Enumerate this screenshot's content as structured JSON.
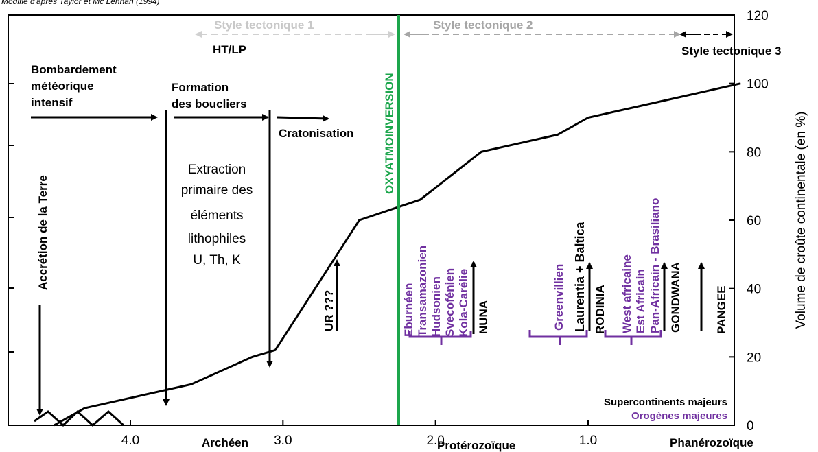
{
  "source_note": "Modifié d'après Taylor et Mc Lennan (1994)",
  "chart_data": {
    "type": "line",
    "x": [
      4.5,
      4.3,
      3.6,
      3.2,
      3.05,
      2.5,
      2.1,
      1.7,
      1.2,
      1.0,
      0.0
    ],
    "y": [
      0,
      5,
      12,
      20,
      22,
      60,
      66,
      80,
      85,
      90,
      100
    ],
    "xlim": [
      4.7,
      0.0
    ],
    "ylim": [
      0,
      120
    ],
    "xticks": [
      "4.0",
      "3.0",
      "2.0",
      "1.0"
    ],
    "xtick_values": [
      4.0,
      3.0,
      2.0,
      1.0
    ],
    "yticks_right": [
      "0",
      "20",
      "40",
      "60",
      "80",
      "100",
      "120"
    ],
    "ylabel": "Volume de croûte continentale (en %)",
    "eons": [
      "Archéen",
      "Protérozoïque",
      "Phanérozoïque"
    ],
    "oxygenation_line": {
      "x": 2.2,
      "label": "OXYATMOINVERSION",
      "color": "#1ca64c"
    },
    "tectonic_styles": [
      "Style tectonique 1",
      "Style tectonique 2",
      "Style tectonique 3"
    ],
    "style1_sublabel": "HT/LP",
    "early_events": {
      "bombardement": [
        "Bombardement",
        "météorique",
        "intensif"
      ],
      "formation": [
        "Formation",
        "des boucliers"
      ],
      "cratonisation": "Cratonisation",
      "accretion": "Accrétion de la Terre",
      "extraction": [
        "Extraction",
        "primaire des",
        "éléments",
        "lithophiles",
        "U, Th, K"
      ]
    },
    "supercontinents": [
      "UR ???",
      "NUNA",
      "RODINIA",
      "GONDWANA",
      "PANGEE"
    ],
    "orogens_nuna": [
      "Eburnéen",
      "Transamazonien",
      "Hudsonien",
      "Svecofénien",
      "Kola-Carélie"
    ],
    "orogens_rodinia": [
      "Greenvillien"
    ],
    "orogens_rodinia_black": "Laurentia + Baltica",
    "orogens_gondwana": [
      "West africaine",
      "Est Africain",
      "Pan-Africain - Brasiliano"
    ],
    "legend": {
      "supercontinents": "Supercontinents majeurs",
      "orogenes": "Orogènes majeures"
    },
    "colors": {
      "curve": "#000000",
      "orogen": "#7030a0",
      "style_faint": "#bfbfbf",
      "style_mid": "#a6a6a6",
      "green": "#1ca64c"
    }
  }
}
